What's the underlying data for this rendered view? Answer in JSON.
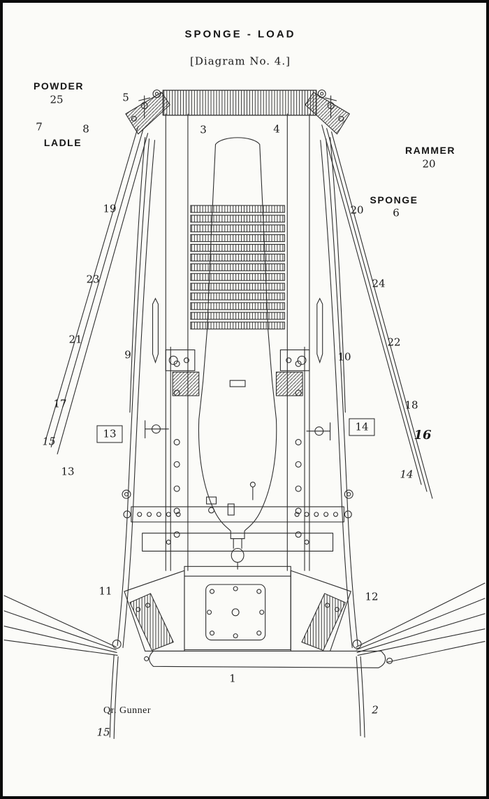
{
  "header": {
    "title": "SPONGE - LOAD",
    "subtitle": "[Diagram No. 4.]"
  },
  "crew_labels": {
    "powder": "POWDER",
    "powder_no": "25",
    "no_7": "7",
    "no_8": "8",
    "ladle": "LADLE",
    "rammer": "RAMMER",
    "rammer_no": "20",
    "sponge": "SPONGE",
    "sponge_no": "6",
    "qr_gunner": "Qr. Gunner"
  },
  "boxed": [
    {
      "text": "13"
    },
    {
      "text": "14"
    }
  ],
  "callouts": [
    {
      "text": "5"
    },
    {
      "text": "3"
    },
    {
      "text": "4"
    },
    {
      "text": "19"
    },
    {
      "text": "20"
    },
    {
      "text": "23"
    },
    {
      "text": "24"
    },
    {
      "text": "21"
    },
    {
      "text": "22"
    },
    {
      "text": "9"
    },
    {
      "text": "10"
    },
    {
      "text": "17"
    },
    {
      "text": "18"
    },
    {
      "text": "15"
    },
    {
      "text": "16"
    },
    {
      "text": "13"
    },
    {
      "text": "14"
    },
    {
      "text": "11"
    },
    {
      "text": "12"
    },
    {
      "text": "1"
    },
    {
      "text": "2"
    },
    {
      "text": "15"
    }
  ]
}
